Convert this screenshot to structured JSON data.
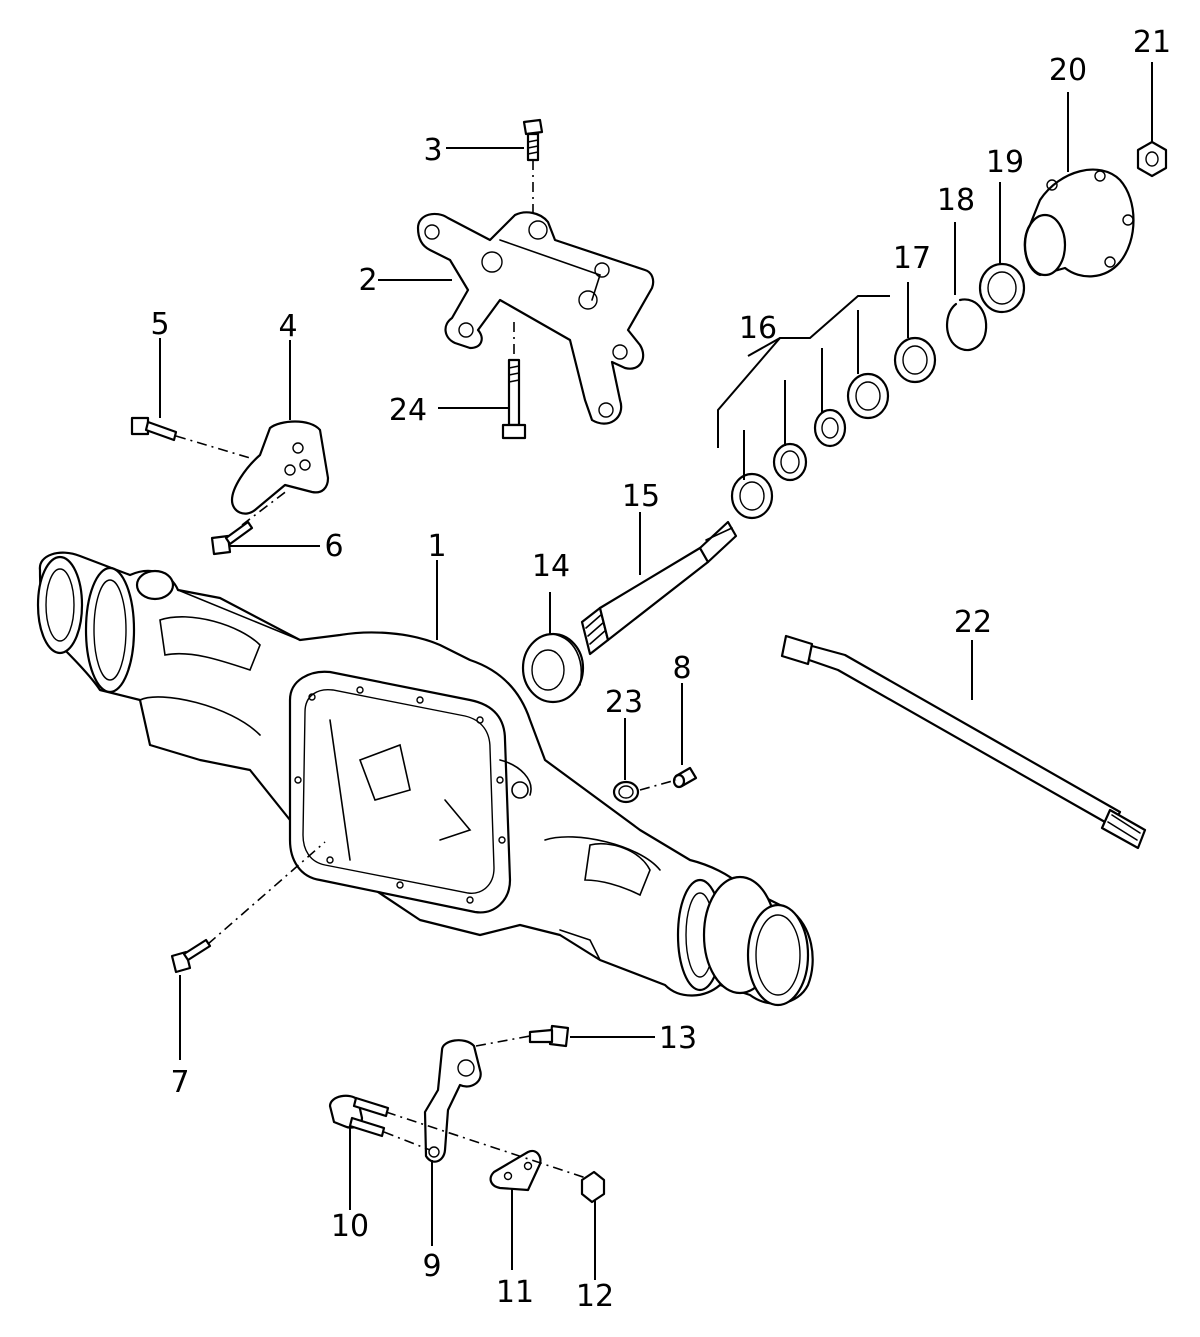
{
  "diagram": {
    "type": "exploded-parts-view",
    "callouts": [
      "1",
      "2",
      "3",
      "4",
      "5",
      "6",
      "7",
      "8",
      "9",
      "10",
      "11",
      "12",
      "13",
      "14",
      "15",
      "16",
      "17",
      "18",
      "19",
      "20",
      "21",
      "22",
      "23",
      "24"
    ]
  }
}
